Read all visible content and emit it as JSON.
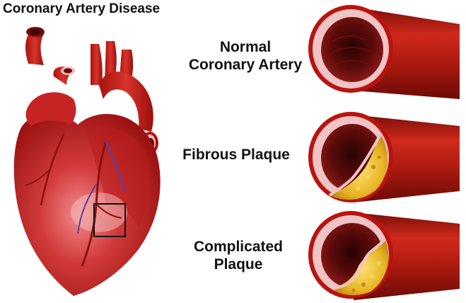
{
  "title": "Coronary Artery Disease",
  "labels": {
    "normal": {
      "line1": "Normal",
      "line2": "Coronary Artery"
    },
    "fibrous": {
      "line1": "Fibrous Plaque"
    },
    "complicated": {
      "line1": "Complicated",
      "line2": "Plaque"
    }
  },
  "colors": {
    "artery": "#b51d12",
    "artery_dark": "#7c0d08",
    "lumen": "#5a0a0a",
    "intima": "#f0c4c4",
    "plaque": "#e8b625",
    "heart": "#c72a2a",
    "zoom_box": "#111111"
  },
  "icons": [
    "heart-illustration",
    "artery-cross-section"
  ]
}
